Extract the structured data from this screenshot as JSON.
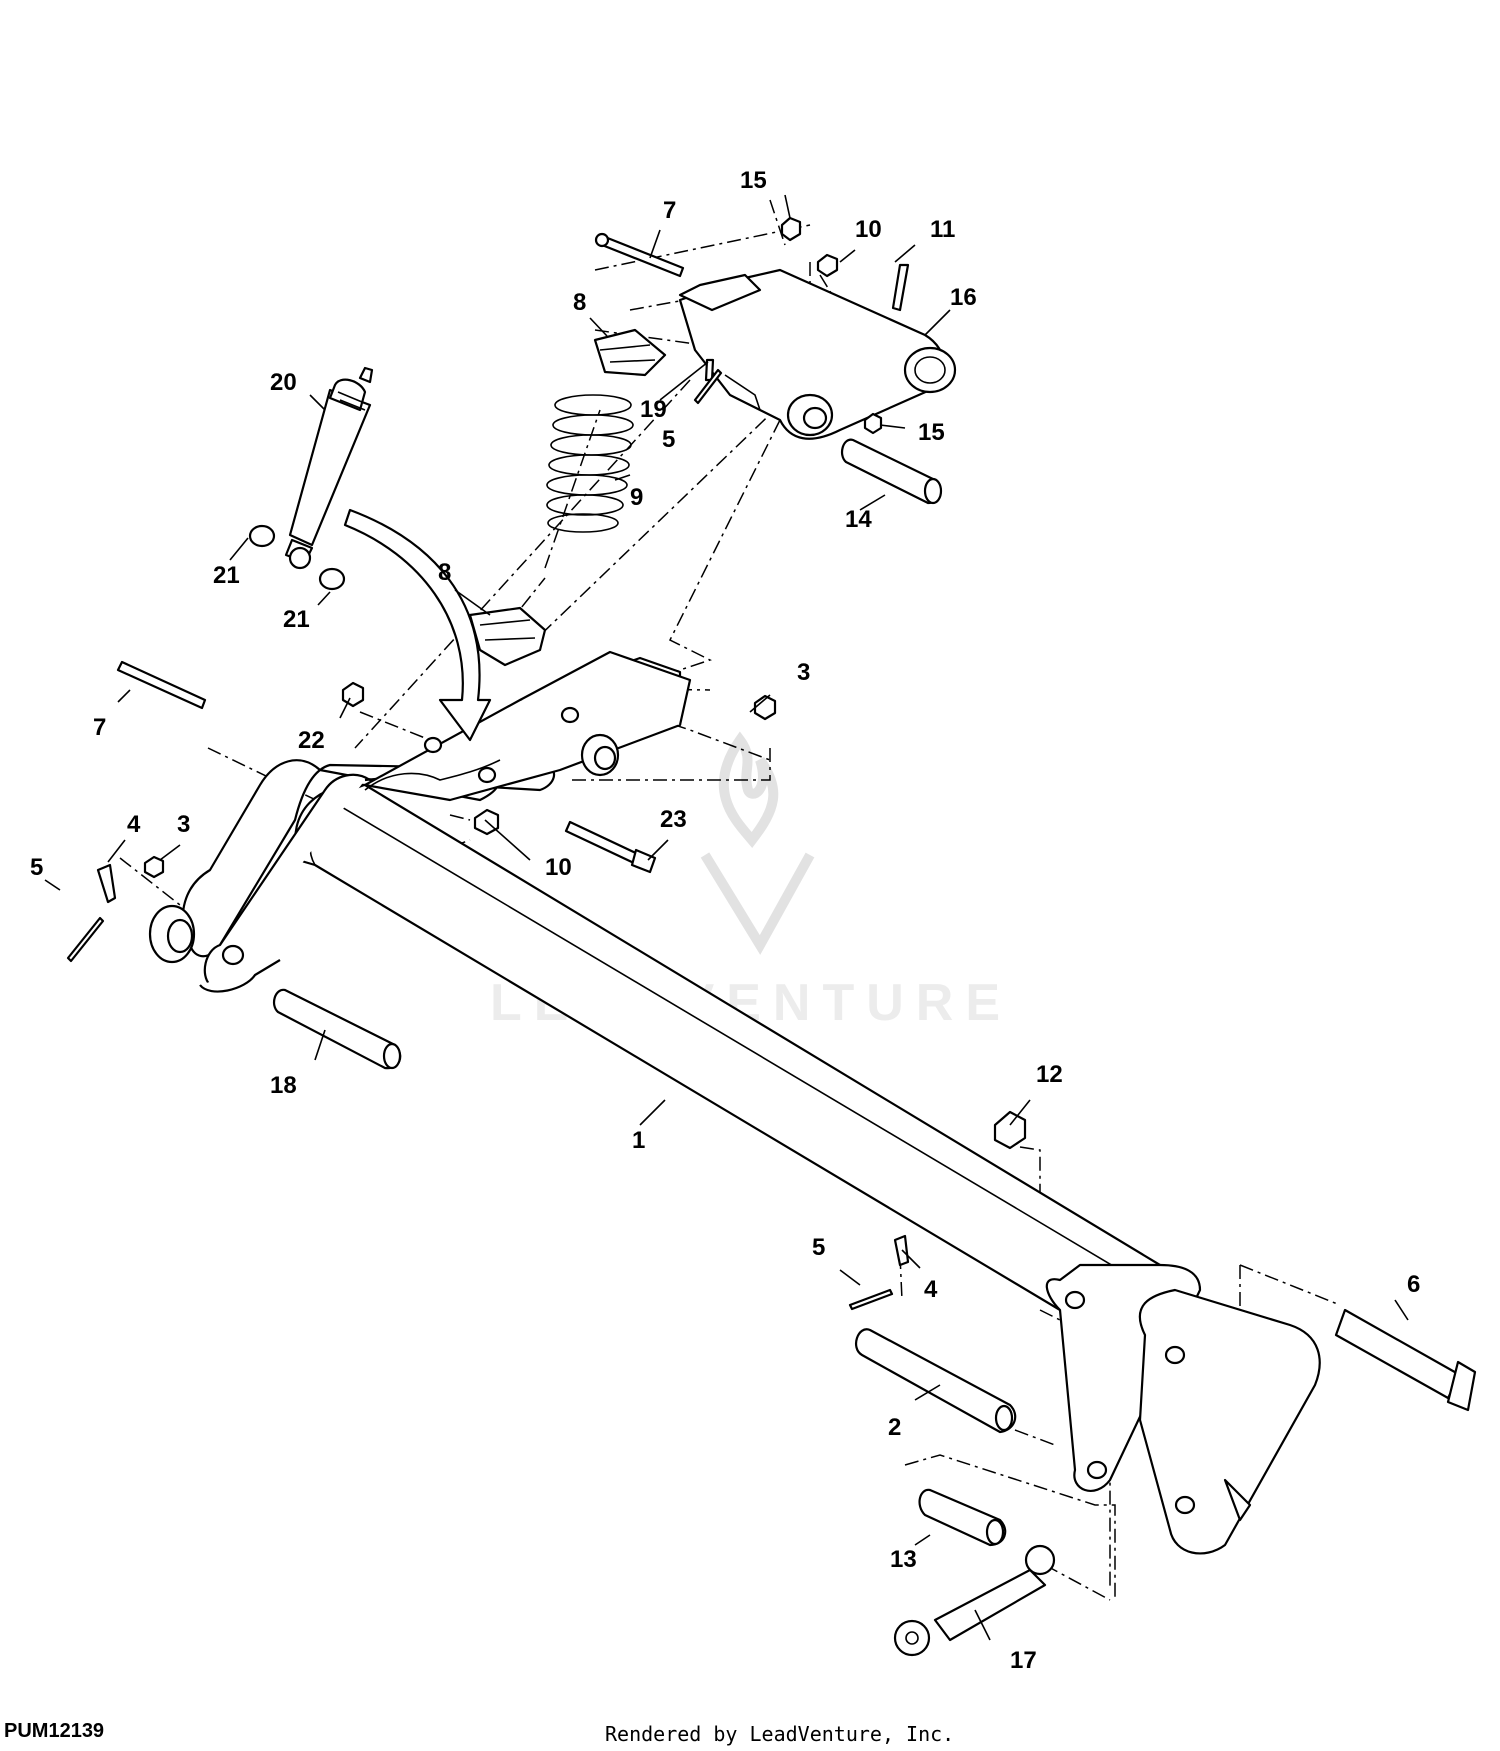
{
  "drawing_id": "PUM12139",
  "credit": "Rendered by LeadVenture, Inc.",
  "watermark": "LEADVENTURE",
  "callouts": {
    "c1": "1",
    "c2": "2",
    "c3a": "3",
    "c3b": "3",
    "c4a": "4",
    "c4b": "4",
    "c5a": "5",
    "c5b": "5",
    "c5c": "5",
    "c6": "6",
    "c7a": "7",
    "c7b": "7",
    "c8a": "8",
    "c8b": "8",
    "c9": "9",
    "c10a": "10",
    "c10b": "10",
    "c11": "11",
    "c12": "12",
    "c13": "13",
    "c14": "14",
    "c15a": "15",
    "c15b": "15",
    "c16": "16",
    "c17": "17",
    "c18": "18",
    "c19": "19",
    "c20": "20",
    "c21a": "21",
    "c21b": "21",
    "c22": "22",
    "c23": "23"
  }
}
